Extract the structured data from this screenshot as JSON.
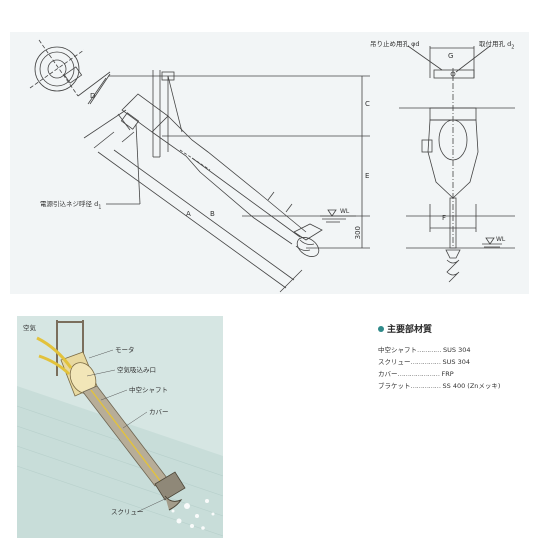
{
  "drawing": {
    "labels": {
      "dim_D": "D",
      "dim_C": "C",
      "dim_E": "E",
      "dim_A": "A",
      "dim_B": "B",
      "dim_300": "300",
      "dim_G": "G",
      "dim_F": "F",
      "wl_left": "WL",
      "wl_right": "WL",
      "cable_thread": "電源引込ネジ呼径 d",
      "cable_thread_sub": "1",
      "hanging_hole": "吊り止め用孔 φd",
      "hanging_hole_sub": "",
      "mount_hole": "取付用孔 d",
      "mount_hole_sub": "2"
    }
  },
  "illustration": {
    "labels": {
      "air": "空気",
      "motor": "モータ",
      "air_inlet": "空気吸込み口",
      "hollow_shaft": "中空シャフト",
      "cover": "カバー",
      "screw": "スクリュー"
    }
  },
  "materials": {
    "title": "主要部材質",
    "items": [
      {
        "part": "中空シャフト",
        "dots": "…………",
        "value": "SUS 304"
      },
      {
        "part": "スクリュー",
        "dots": "……………",
        "value": "SUS 304"
      },
      {
        "part": "カバー",
        "dots": "…………………",
        "value": "FRP"
      },
      {
        "part": "ブラケット",
        "dots": "……………",
        "value": "SS 400 (Znメッキ)"
      }
    ]
  }
}
